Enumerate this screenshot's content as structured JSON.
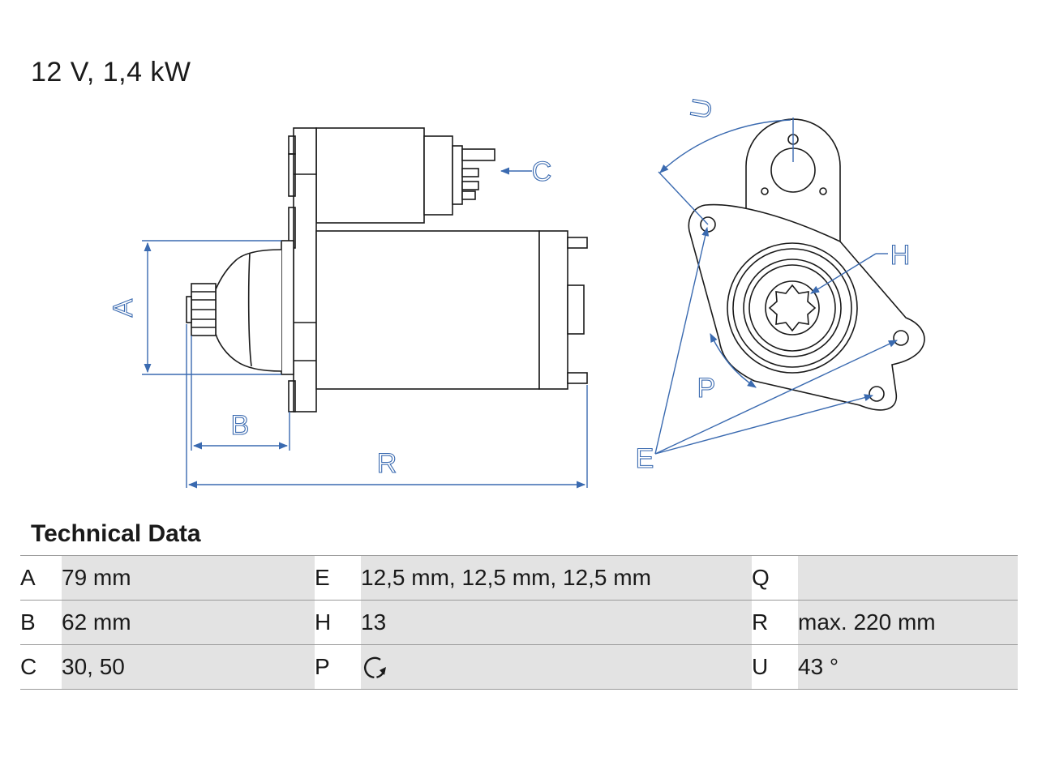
{
  "header": {
    "title": "12 V, 1,4 kW"
  },
  "diagram": {
    "labels": {
      "A": "A",
      "B": "B",
      "C": "C",
      "R": "R",
      "U": "U",
      "H": "H",
      "P": "P",
      "E": "E"
    },
    "line_color": "#1a1a1a",
    "dimension_color": "#3a6ab0"
  },
  "technical_data": {
    "title": "Technical Data",
    "rows": [
      [
        {
          "key": "A",
          "value": "79 mm"
        },
        {
          "key": "E",
          "value": "12,5 mm, 12,5 mm, 12,5 mm"
        },
        {
          "key": "Q",
          "value": ""
        }
      ],
      [
        {
          "key": "B",
          "value": "62 mm"
        },
        {
          "key": "H",
          "value": "13"
        },
        {
          "key": "R",
          "value": "max. 220 mm"
        }
      ],
      [
        {
          "key": "C",
          "value": "30, 50"
        },
        {
          "key": "P",
          "value": "",
          "icon": "clockwise-rotation-icon"
        },
        {
          "key": "U",
          "value": "43 °"
        }
      ]
    ]
  }
}
